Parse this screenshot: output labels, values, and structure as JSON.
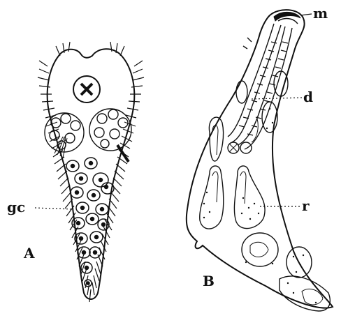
{
  "figure": {
    "labels": {
      "panel_a": "A",
      "panel_b": "B",
      "germ_cell": "gc",
      "mouth": "m",
      "digestive": "d",
      "redia": "r"
    },
    "ink": "#111111",
    "paper": "#ffffff"
  }
}
